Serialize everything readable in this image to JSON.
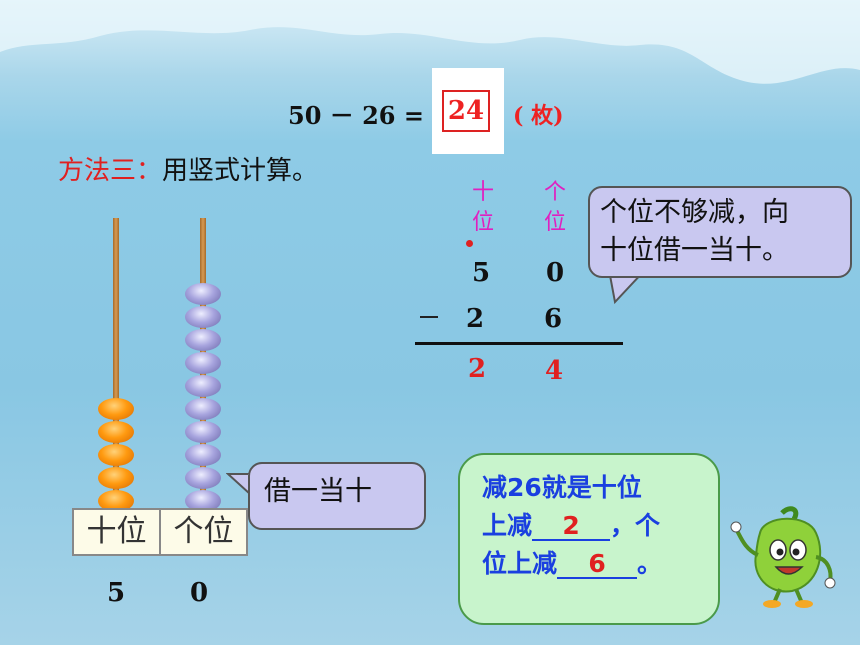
{
  "equation": {
    "expression": "50 － 26 =",
    "answer": "24",
    "unit": "( 枚)"
  },
  "method": {
    "label": "方法三：",
    "text": "用竖式计算。"
  },
  "vertical": {
    "headers": {
      "tens": "十位",
      "ones": "个位"
    },
    "minuend": {
      "tens": "5",
      "ones": "0"
    },
    "subtrahend": {
      "tens": "2",
      "ones": "6"
    },
    "result": {
      "tens": "2",
      "ones": "4"
    }
  },
  "bubble_borrow": {
    "line1": "个位不够减，向",
    "line2": "十位借一当十。"
  },
  "bubble_abacus": "借一当十",
  "abacus": {
    "tens_label": "十位",
    "ones_label": "个位",
    "tens_value": "5",
    "ones_value": "0",
    "tens_beads": 5,
    "ones_beads": 10,
    "tens_bead_color": "#ff9a10",
    "ones_bead_color": "#a7a4de"
  },
  "note": {
    "line1": "减26就是十位",
    "line2a": "上减",
    "blank1": "2",
    "line2b": "，个",
    "line3a": "位上减",
    "blank2": "6",
    "line3b": "。"
  },
  "mascot": "pepper-mascot-icon"
}
